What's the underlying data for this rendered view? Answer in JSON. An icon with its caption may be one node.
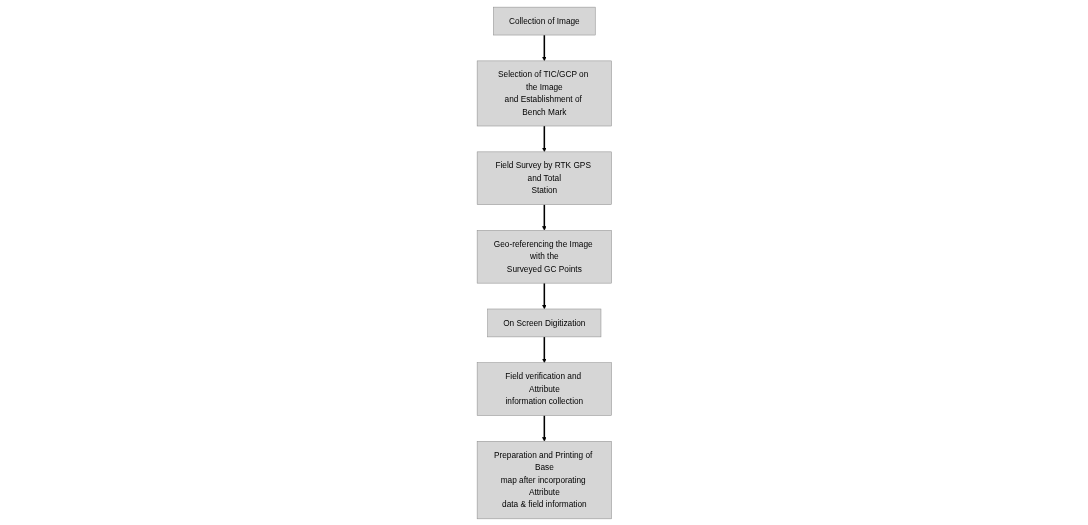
{
  "diagram": {
    "nodes": [
      {
        "text": [
          "Collection of Image"
        ]
      },
      {
        "text": [
          "Selection of TIC/GCP on the Image and Establishment of Bench Mark"
        ]
      },
      {
        "text": [
          "Field Survey by RTK GPS and Total Station"
        ]
      },
      {
        "text": [
          "Geo-referencing the Image with the Surveyed GC Points"
        ]
      },
      {
        "text": [
          "On Screen Digitization"
        ]
      },
      {
        "text": [
          "Field verification and Attribute information collection"
        ]
      },
      {
        "text": [
          "Preparation and Printing of Base map after incorporating Attribute data & field information"
        ]
      }
    ],
    "edges": [
      {
        "from": 0,
        "to": 1,
        "arrow": "to"
      },
      {
        "from": 1,
        "to": 2,
        "arrow": "to"
      },
      {
        "from": 2,
        "to": 3,
        "arrow": "to"
      },
      {
        "from": 3,
        "to": 4,
        "arrow": "to"
      },
      {
        "from": 4,
        "to": 5,
        "arrow": "to"
      },
      {
        "from": 5,
        "to": 6,
        "arrow": "to"
      }
    ]
  }
}
